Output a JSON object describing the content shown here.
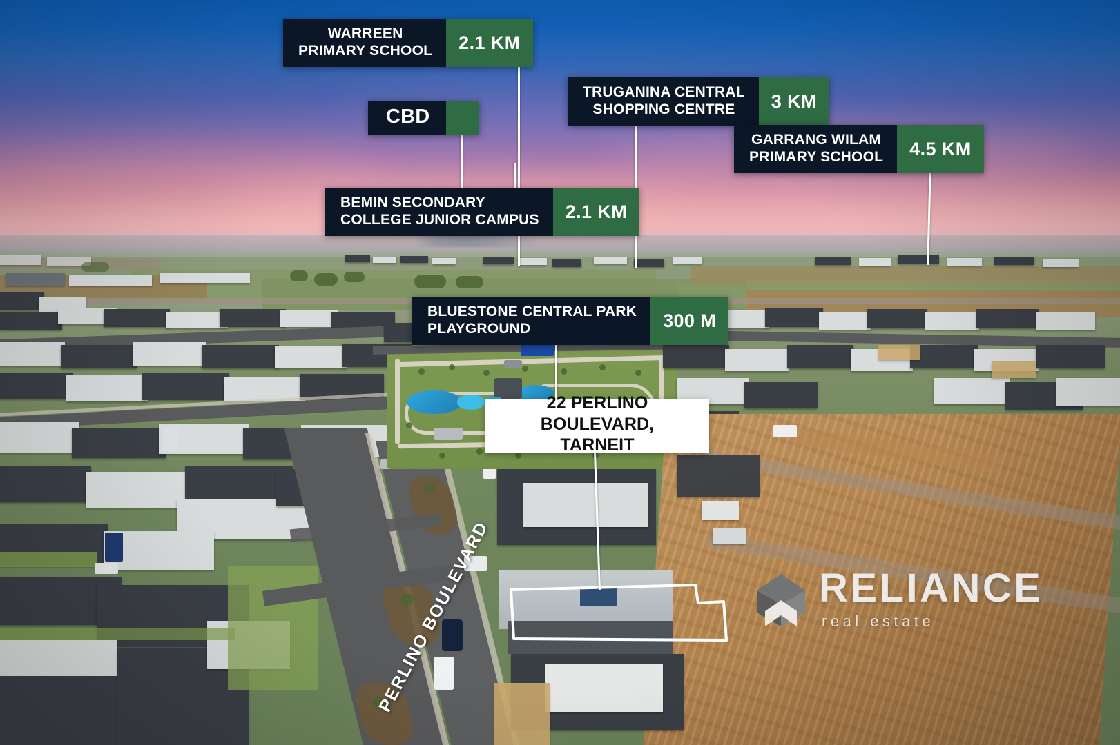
{
  "scene": {
    "type": "aerial-real-estate-photo",
    "setting": "suburban-sunset-aerial",
    "sky_top_color": "#0E63BF",
    "sky_mid_color": "#7C70B6",
    "sky_horizon_color": "#EEB3B6"
  },
  "theme": {
    "label_bg": "#0B1726",
    "distance_bg": "#2F6B43",
    "label_text": "#FFFFFF",
    "address_bg": "#FFFFFF",
    "address_text": "#101010",
    "connector_color": "#FFFFFF"
  },
  "callouts": [
    {
      "id": "warreen",
      "name": "WARREEN\nPRIMARY SCHOOL",
      "distance": "2.1 KM",
      "align": "ctr"
    },
    {
      "id": "cbd",
      "name": "CBD",
      "distance": "",
      "align": "ctr"
    },
    {
      "id": "truganina",
      "name": "TRUGANINA CENTRAL\nSHOPPING CENTRE",
      "distance": "3 KM",
      "align": "ctr"
    },
    {
      "id": "garrang",
      "name": "GARRANG WILAM\nPRIMARY SCHOOL",
      "distance": "4.5 KM",
      "align": "ctr"
    },
    {
      "id": "bemin",
      "name": "BEMIN SECONDARY\nCOLLEGE JUNIOR CAMPUS",
      "distance": "2.1 KM",
      "align": "lft"
    },
    {
      "id": "bluestone",
      "name": "BLUESTONE CENTRAL PARK\nPLAYGROUND",
      "distance": "300 M",
      "align": "lft"
    }
  ],
  "address": {
    "text": "22 PERLINO BOULEVARD,\nTARNEIT"
  },
  "street": {
    "name": "PERLINO BOULEVARD"
  },
  "brand": {
    "name": "RELIANCE",
    "tagline": "real estate",
    "mark": "house-chevron-logo-icon"
  }
}
